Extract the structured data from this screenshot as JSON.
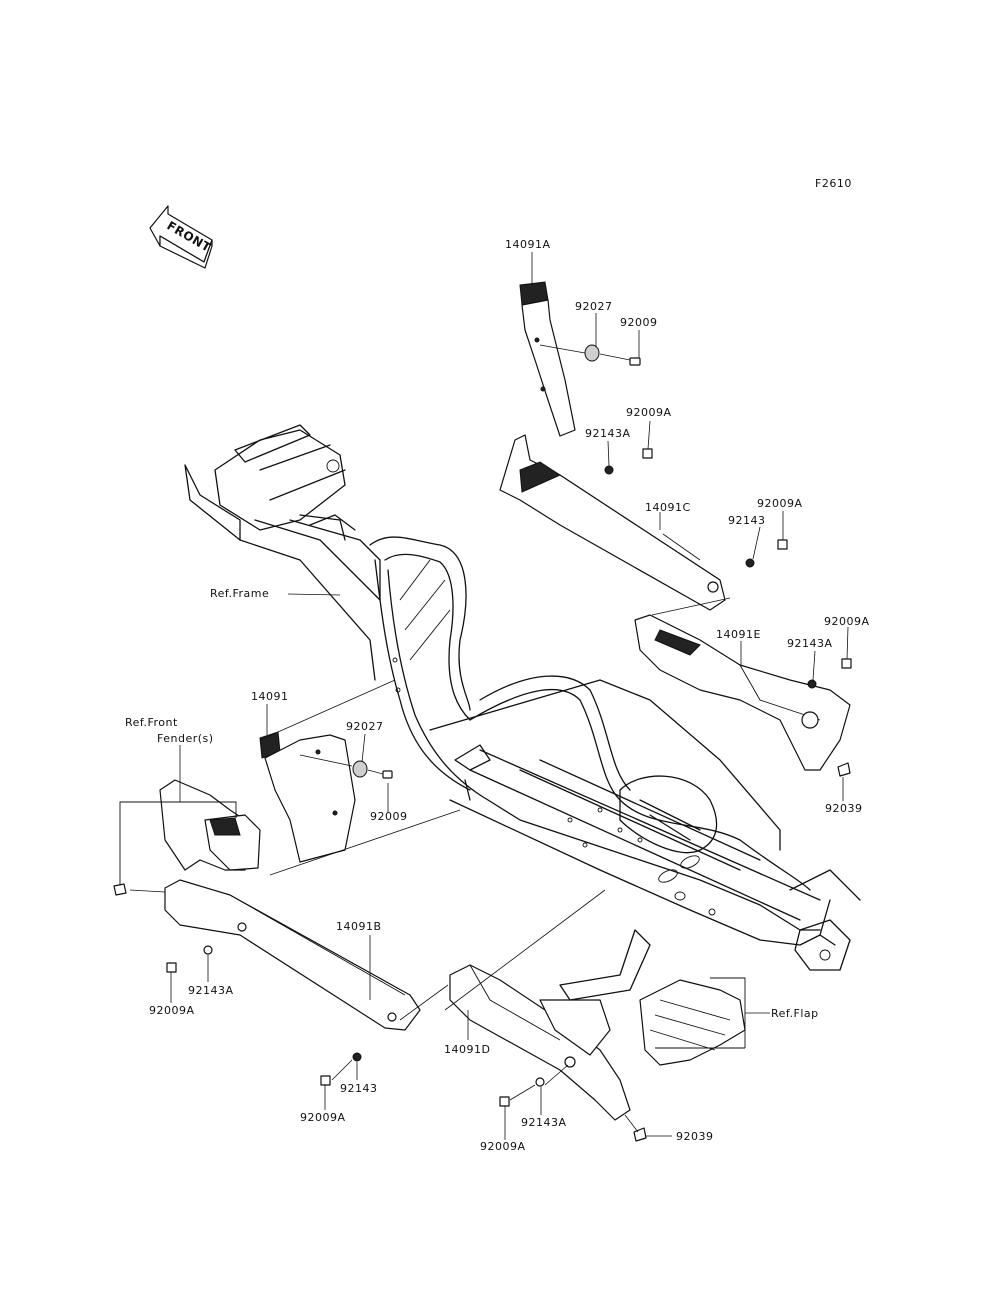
{
  "figure_code": "F2610",
  "front_label": "FRONT",
  "callouts": {
    "p14091A": "14091A",
    "p92027_top": "92027",
    "p92009_top": "92009",
    "p92009A_1": "92009A",
    "p92143A_1": "92143A",
    "p14091C": "14091C",
    "p92009A_2": "92009A",
    "p92143_1": "92143",
    "ref_frame": "Ref.Frame",
    "p14091E": "14091E",
    "p92009A_3": "92009A",
    "p92143A_2": "92143A",
    "p14091": "14091",
    "p92027_mid": "92027",
    "ref_front_fender_1": "Ref.Front",
    "ref_front_fender_2": "Fender(s)",
    "p92009_mid": "92009",
    "p92039_right": "92039",
    "p14091B": "14091B",
    "p92143A_3": "92143A",
    "p92009A_4": "92009A",
    "p14091D": "14091D",
    "ref_flap": "Ref.Flap",
    "p92143_2": "92143",
    "p92009A_5": "92009A",
    "p92143A_4": "92143A",
    "p92009A_6": "92009A",
    "p92039_bottom": "92039"
  }
}
